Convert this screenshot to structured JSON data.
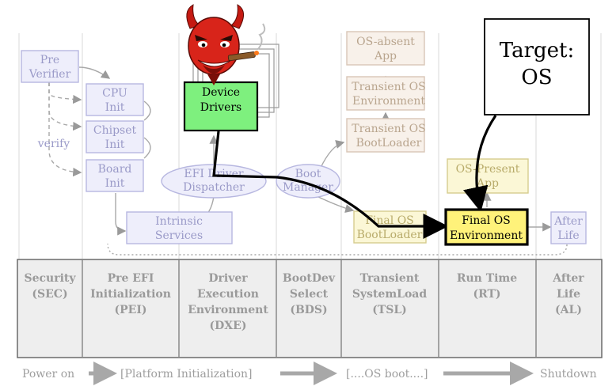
{
  "phases": [
    {
      "line1": "Security",
      "line2": "(SEC)",
      "line3": "",
      "line4": ""
    },
    {
      "line1": "Pre  EFI",
      "line2": "Initialization",
      "line3": "(PEI)",
      "line4": ""
    },
    {
      "line1": "Driver",
      "line2": "Execution",
      "line3": "Environment",
      "line4": "(DXE)"
    },
    {
      "line1": "BootDev",
      "line2": "Select",
      "line3": "(BDS)",
      "line4": ""
    },
    {
      "line1": "Transient",
      "line2": "SystemLoad",
      "line3": "(TSL)",
      "line4": ""
    },
    {
      "line1": "Run Time",
      "line2": "(RT)",
      "line3": "",
      "line4": ""
    },
    {
      "line1": "After",
      "line2": "Life",
      "line3": "(AL)",
      "line4": ""
    }
  ],
  "nodes": {
    "pre_verifier": {
      "line1": "Pre",
      "line2": "Verifier"
    },
    "cpu_init": {
      "line1": "CPU",
      "line2": "Init"
    },
    "chipset_init": {
      "line1": "Chipset",
      "line2": "Init"
    },
    "board_init": {
      "line1": "Board",
      "line2": "Init"
    },
    "verify_label": "verify",
    "intrinsic": {
      "line1": "Intrinsic",
      "line2": "Services"
    },
    "efi_driver": {
      "line1": "EFI Driver",
      "line2": "Dispatcher"
    },
    "device_drivers": {
      "line1": "Device",
      "line2": "Drivers"
    },
    "boot_manager": {
      "line1": "Boot",
      "line2": "Manager"
    },
    "os_absent": {
      "line1": "OS-absent",
      "line2": "App"
    },
    "transient_env": {
      "line1": "Transient OS",
      "line2": "Environment"
    },
    "transient_loader": {
      "line1": "Transient OS",
      "line2": "BootLoader"
    },
    "final_loader": {
      "line1": "Final OS",
      "line2": "BootLoader"
    },
    "os_present": {
      "line1": "OS-Present",
      "line2": "App"
    },
    "final_env": {
      "line1": "Final OS",
      "line2": "Environment"
    },
    "after_life": {
      "line1": "After",
      "line2": "Life"
    },
    "target": {
      "line1": "Target:",
      "line2": "OS"
    }
  },
  "bottom_bar": {
    "power_on": "Power on",
    "platform_init": "[Platform Initialization]",
    "os_boot": "[....OS boot....]",
    "shutdown": "Shutdown"
  },
  "colors": {
    "attack_path": "#000000",
    "device_drivers_fill": "#7ef07e",
    "final_env_fill": "#fff27a",
    "blue_box_fill": "#eeeefb",
    "tan_box_fill": "#f8f1ea",
    "phase_fill": "#eeeeee"
  },
  "icons": {
    "attacker": "devil-smoking-cigar-icon"
  }
}
